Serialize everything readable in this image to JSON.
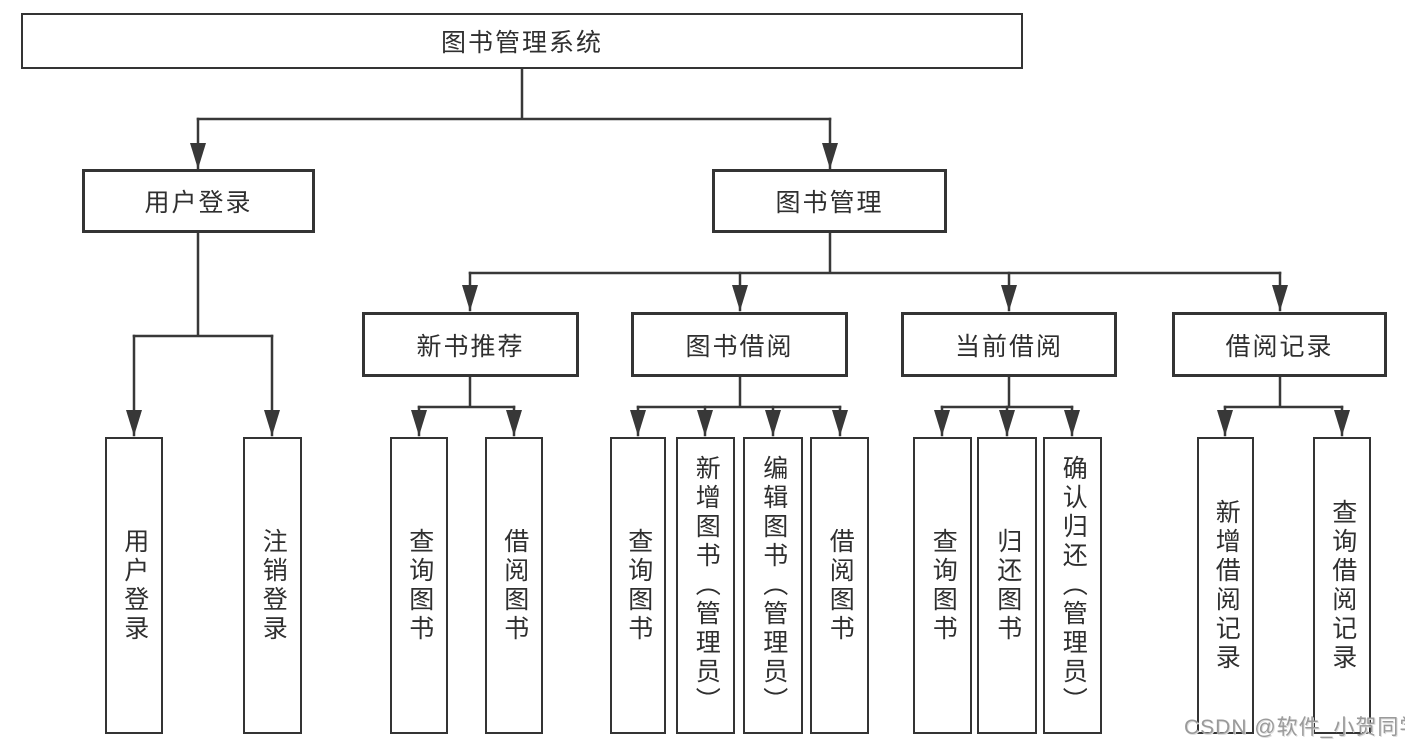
{
  "diagram": {
    "tree": {
      "label": "图书管理系统",
      "children": [
        {
          "label": "用户登录",
          "children": [
            {
              "label": "用户登录"
            },
            {
              "label": "注销登录"
            }
          ]
        },
        {
          "label": "图书管理",
          "children": [
            {
              "label": "新书推荐",
              "children": [
                {
                  "label": "查询图书"
                },
                {
                  "label": "借阅图书"
                }
              ]
            },
            {
              "label": "图书借阅",
              "children": [
                {
                  "label": "查询图书"
                },
                {
                  "label": "新增图书（管理员）"
                },
                {
                  "label": "编辑图书（管理员）"
                },
                {
                  "label": "借阅图书"
                }
              ]
            },
            {
              "label": "当前借阅",
              "children": [
                {
                  "label": "查询图书"
                },
                {
                  "label": "归还图书"
                },
                {
                  "label": "确认归还（管理员）"
                }
              ]
            },
            {
              "label": "借阅记录",
              "children": [
                {
                  "label": "新增借阅记录"
                },
                {
                  "label": "查询借阅记录"
                }
              ]
            }
          ]
        }
      ]
    },
    "colors": {
      "line": "#383838",
      "border": "#343434",
      "text": "#2f2f2f",
      "watermark": "#9a9a9a",
      "background": "#ffffff"
    }
  },
  "watermark": {
    "text": "CSDN @软件_小贺同学"
  }
}
